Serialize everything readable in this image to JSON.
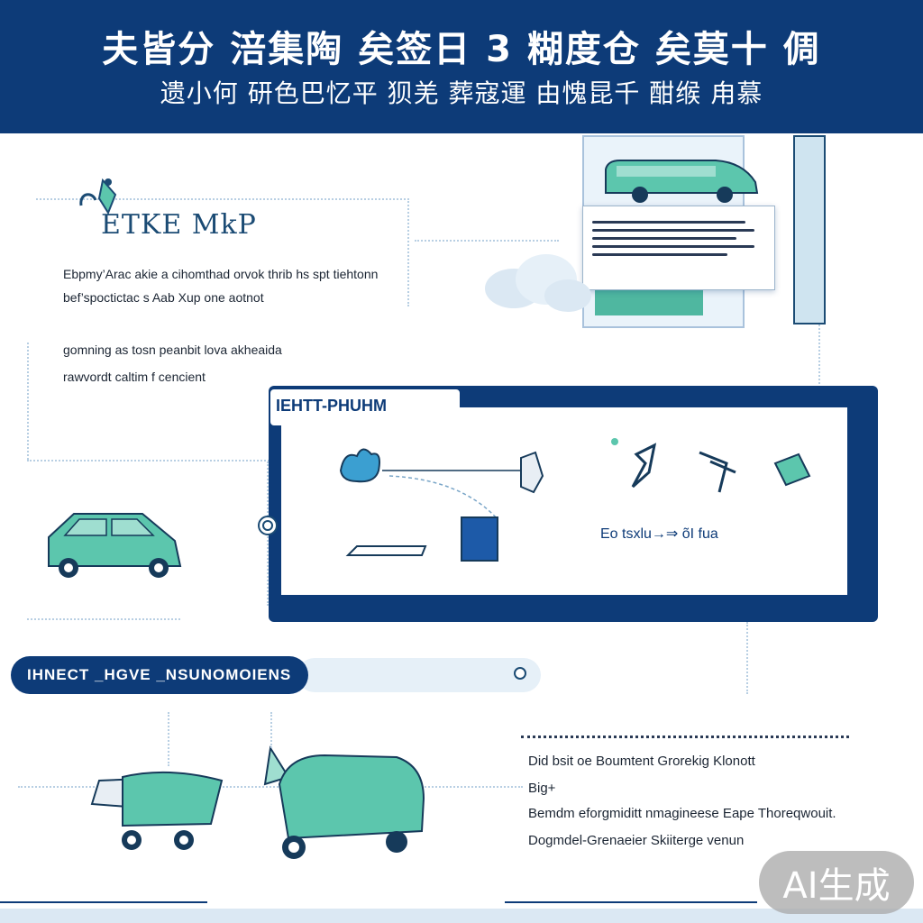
{
  "header": {
    "title": "夫皆分 涪集陶 矣签日 3 糊度仓 矣莫十 倜",
    "subtitle": "遗小何 研色巴忆平 狈羌 葬寇運 由愧昆千 酣缑 甪慕"
  },
  "map_section": {
    "title": "ETKE MkP",
    "lines": [
      "Ebpmy’Arac akie a cihomthad orvok thrib hs spt tiehtonn",
      "bef’spoctictac s Aab Xup one aotnot",
      "gomning as tosn peanbit lova akheaida",
      "rawvordt caltim f cencient"
    ]
  },
  "panel": {
    "tab_label": "IEHTT-PHUHM",
    "caption": "Eo tsxlu→⇒ õI fua"
  },
  "impact": {
    "label": "IHNECT _HGVE _NSUNOMOIENS"
  },
  "notes": [
    "Did bsit oe Boumtent Grorekig Klonott",
    "Big+",
    "Bemdm eforgmiditt nmagineese Eape Thoreqwouit.",
    "Dogmdel-Grenaeier Skiiterge venun"
  ],
  "badge": {
    "text": "AI生成"
  },
  "colors": {
    "navy": "#0d3b78",
    "teal": "#5cc6ad",
    "light_blue": "#dbe8f3"
  }
}
